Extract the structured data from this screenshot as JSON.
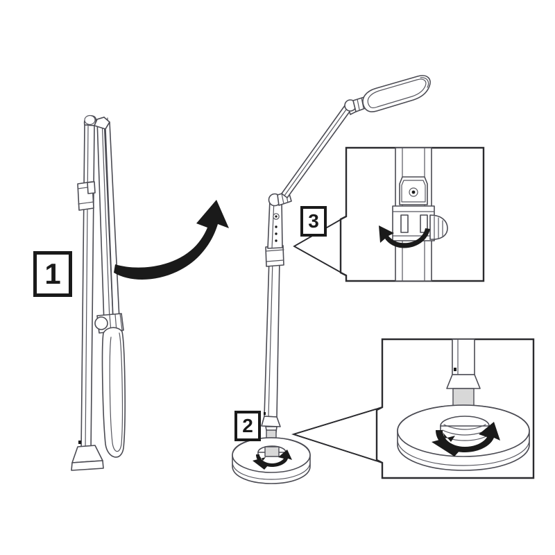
{
  "document": {
    "title": "Floor Lamp Assembly Instructions",
    "type": "line-art assembly diagram",
    "background_color": "#ffffff",
    "line_color": "#4a4a52",
    "ink_color": "#1a1a1a",
    "fill_color": "#ffffff",
    "shade_color": "#d8d8d8"
  },
  "steps": [
    {
      "id": "step-1",
      "number": "1",
      "meaning": "unfold the lamp head and arm from the folded shipping position"
    },
    {
      "id": "step-2",
      "number": "2",
      "meaning": "insert the pole into the base and screw it down"
    },
    {
      "id": "step-3",
      "number": "3",
      "meaning": "rotate the clamp lever to lock the pole height"
    }
  ],
  "figures": {
    "folded_lamp": {
      "name": "folded-lamp-figure",
      "description": "lamp in collapsed position with head folded alongside the pole"
    },
    "unfolded_lamp": {
      "name": "unfolded-lamp-figure",
      "description": "lamp extended with arm raised and head angled over the desk"
    },
    "base_disc": {
      "name": "base-disc",
      "description": "round weighted base with threaded center collar"
    }
  },
  "detail_insets": [
    {
      "id": "detail-inset-3",
      "linked_step": "3",
      "description": "close-up of clamp collar and lever with counter-clockwise rotation arrow"
    },
    {
      "id": "detail-inset-2",
      "linked_step": "2",
      "description": "close-up of threaded pole end descending into base collar with rotation arrow"
    }
  ],
  "arrows": {
    "unfold_arrow": {
      "name": "unfold-motion-arrow",
      "style": "thick solid black curved sweep",
      "direction": "left to upper-right"
    },
    "insert_arrow": {
      "name": "insert-down-arrow",
      "style": "grey filled block arrow with dark outline",
      "direction": "down"
    },
    "screw_arrow": {
      "name": "screw-rotation-arrow",
      "style": "solid black circular sweep",
      "direction": "clockwise"
    },
    "lever_arrow": {
      "name": "lever-rotation-arrow",
      "style": "solid black curved sweep",
      "direction": "counter-clockwise"
    }
  }
}
